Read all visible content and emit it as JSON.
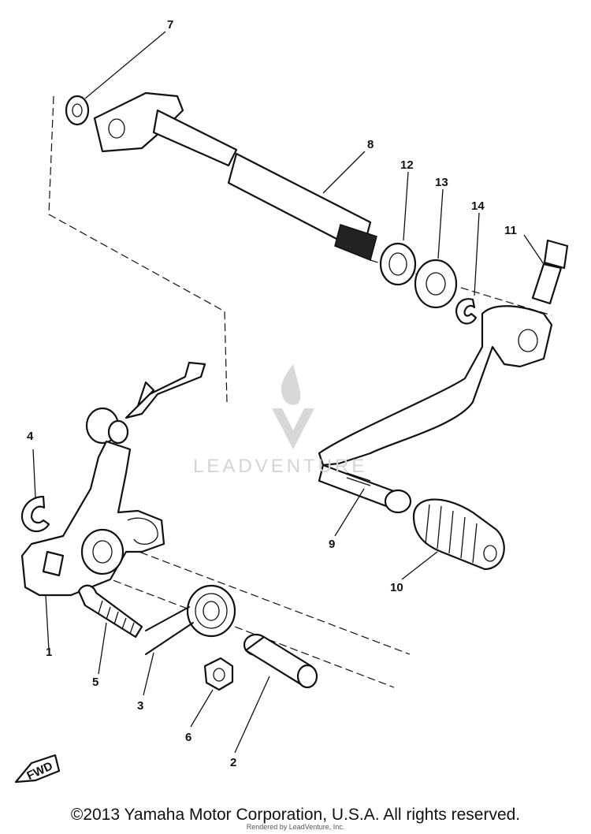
{
  "callouts": [
    "1",
    "2",
    "3",
    "4",
    "5",
    "6",
    "7",
    "8",
    "9",
    "10",
    "11",
    "12",
    "13",
    "14"
  ],
  "fwd_label": "FWD",
  "watermark": "LEADVENTURE",
  "copyright": "©2013 Yamaha Motor Corporation, U.S.A. All rights reserved.",
  "rendered_by": "Rendered by LeadVenture, Inc."
}
